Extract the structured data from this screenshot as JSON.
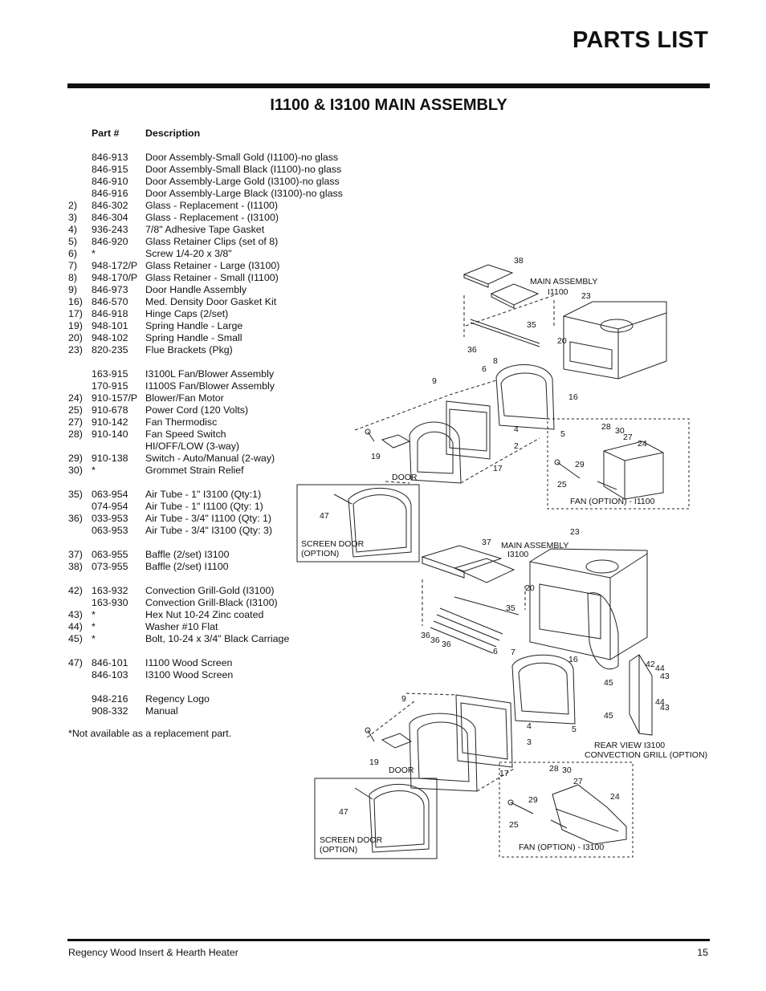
{
  "page": {
    "title": "PARTS LIST",
    "section_title": "I1100 & I3100 MAIN ASSEMBLY"
  },
  "table": {
    "header": {
      "part": "Part #",
      "description": "Description"
    },
    "groups": [
      [
        {
          "num": "",
          "part": "846-913",
          "desc": "Door Assembly-Small Gold (I1100)-no glass"
        },
        {
          "num": "",
          "part": "846-915",
          "desc": "Door Assembly-Small Black (I1100)-no glass"
        },
        {
          "num": "",
          "part": "846-910",
          "desc": "Door Assembly-Large Gold (I3100)-no glass"
        },
        {
          "num": "",
          "part": "846-916",
          "desc": "Door Assembly-Large Black (I3100)-no glass"
        },
        {
          "num": "2)",
          "part": "846-302",
          "desc": "Glass - Replacement - (I1100)"
        },
        {
          "num": "3)",
          "part": "846-304",
          "desc": "Glass - Replacement - (I3100)"
        },
        {
          "num": "4)",
          "part": "936-243",
          "desc": "7/8\" Adhesive Tape Gasket"
        },
        {
          "num": "5)",
          "part": "846-920",
          "desc": "Glass Retainer Clips (set of 8)"
        },
        {
          "num": "6)",
          "part": "*",
          "desc": "Screw 1/4-20 x 3/8\""
        },
        {
          "num": "7)",
          "part": "948-172/P",
          "desc": "Glass Retainer - Large (I3100)"
        },
        {
          "num": "8)",
          "part": "948-170/P",
          "desc": "Glass Retainer - Small (I1100)"
        },
        {
          "num": "9)",
          "part": "846-973",
          "desc": "Door Handle Assembly"
        },
        {
          "num": "16)",
          "part": "846-570",
          "desc": "Med. Density Door Gasket Kit"
        },
        {
          "num": "17)",
          "part": "846-918",
          "desc": "Hinge Caps (2/set)"
        },
        {
          "num": "19)",
          "part": "948-101",
          "desc": "Spring Handle - Large"
        },
        {
          "num": "20)",
          "part": "948-102",
          "desc": "Spring Handle - Small"
        },
        {
          "num": "23)",
          "part": "820-235",
          "desc": "Flue Brackets (Pkg)"
        }
      ],
      [
        {
          "num": "",
          "part": "163-915",
          "desc": "I3100L Fan/Blower Assembly"
        },
        {
          "num": "",
          "part": "170-915",
          "desc": "I1100S Fan/Blower Assembly"
        },
        {
          "num": "24)",
          "part": "910-157/P",
          "desc": "Blower/Fan Motor"
        },
        {
          "num": "25)",
          "part": "910-678",
          "desc": "Power Cord (120 Volts)"
        },
        {
          "num": "27)",
          "part": "910-142",
          "desc": "Fan Thermodisc"
        },
        {
          "num": "28)",
          "part": "910-140",
          "desc": "Fan Speed Switch"
        },
        {
          "num": "",
          "part": "",
          "desc": "HI/OFF/LOW (3-way)"
        },
        {
          "num": "29)",
          "part": "910-138",
          "desc": "Switch - Auto/Manual (2-way)"
        },
        {
          "num": "30)",
          "part": "*",
          "desc": "Grommet Strain Relief"
        }
      ],
      [
        {
          "num": "35)",
          "part": "063-954",
          "desc": "Air Tube - 1\" I3100 (Qty:1)"
        },
        {
          "num": "",
          "part": "074-954",
          "desc": "Air Tube - 1\" I1100 (Qty: 1)"
        },
        {
          "num": "36)",
          "part": "033-953",
          "desc": "Air Tube - 3/4\" I1100 (Qty: 1)"
        },
        {
          "num": "",
          "part": "063-953",
          "desc": "Air Tube - 3/4\" I3100 (Qty: 3)"
        }
      ],
      [
        {
          "num": "37)",
          "part": "063-955",
          "desc": "Baffle (2/set) I3100"
        },
        {
          "num": "38)",
          "part": "073-955",
          "desc": "Baffle (2/set) I1100"
        }
      ],
      [
        {
          "num": "42)",
          "part": "163-932",
          "desc": "Convection Grill-Gold (I3100)"
        },
        {
          "num": "",
          "part": "163-930",
          "desc": "Convection Grill-Black (I3100)"
        },
        {
          "num": "43)",
          "part": "*",
          "desc": "Hex Nut 10-24 Zinc coated"
        },
        {
          "num": "44)",
          "part": "*",
          "desc": "Washer #10 Flat"
        },
        {
          "num": "45)",
          "part": "*",
          "desc": "Bolt, 10-24 x 3/4\" Black Carriage"
        }
      ],
      [
        {
          "num": "47)",
          "part": "846-101",
          "desc": "I1100 Wood Screen"
        },
        {
          "num": "",
          "part": "846-103",
          "desc": "I3100 Wood Screen"
        }
      ],
      [
        {
          "num": "",
          "part": "948-216",
          "desc": "Regency Logo"
        },
        {
          "num": "",
          "part": "908-332",
          "desc": "Manual"
        }
      ]
    ]
  },
  "note": "*Not available as a replacement part.",
  "diagram": {
    "labels": {
      "main_i1100": "MAIN ASSEMBLY",
      "main_i1100_model": "I1100",
      "main_i3100": "MAIN ASSEMBLY",
      "main_i3100_model": "I3100",
      "door": "DOOR",
      "screen_door": "SCREEN DOOR",
      "option": "(OPTION)",
      "fan_i1100": "FAN (OPTION) - I1100",
      "fan_i3100": "FAN (OPTION) - I3100",
      "rear_view_1": "REAR VIEW I3100",
      "rear_view_2": "CONVECTION GRILL (OPTION)"
    },
    "callouts": {
      "n2": "2",
      "n3": "3",
      "n4": "4",
      "n5": "5",
      "n6": "6",
      "n7": "7",
      "n8": "8",
      "n9": "9",
      "n16": "16",
      "n17": "17",
      "n19": "19",
      "n20": "20",
      "n23": "23",
      "n24": "24",
      "n25": "25",
      "n27": "27",
      "n28": "28",
      "n29": "29",
      "n30": "30",
      "n35": "35",
      "n36": "36",
      "n37": "37",
      "n38": "38",
      "n42": "42",
      "n43": "43",
      "n44": "44",
      "n45": "45",
      "n47": "47"
    }
  },
  "footer": {
    "left": "Regency Wood Insert & Hearth Heater",
    "right": "15"
  }
}
